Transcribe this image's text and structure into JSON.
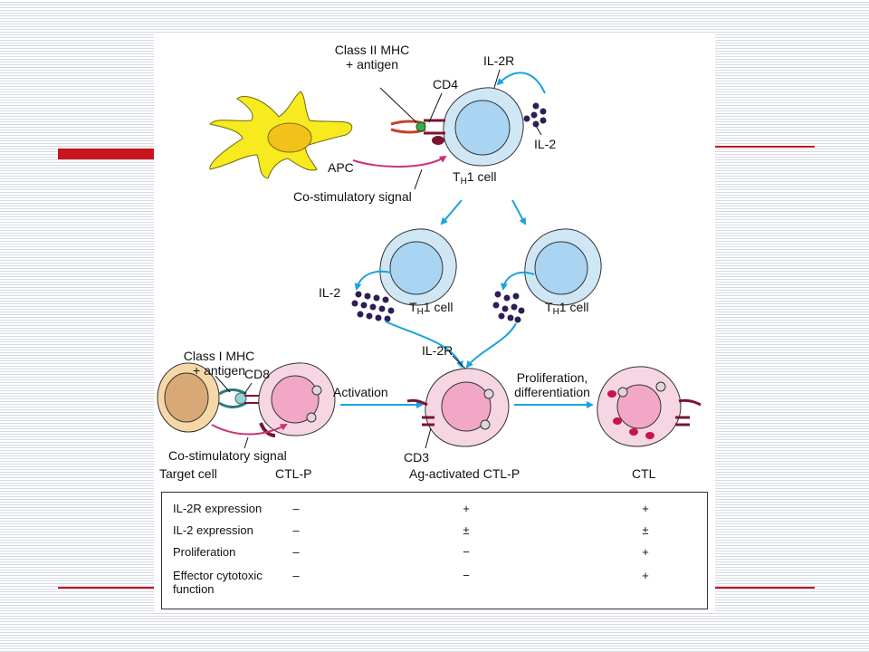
{
  "labels": {
    "class2_line1": "Class II MHC",
    "class2_line2": "+ antigen",
    "cd4": "CD4",
    "il2r_top": "IL-2R",
    "il2_top": "IL-2",
    "apc": "APC",
    "costim_top": "Co-stimulatory signal",
    "th1_top": "1 cell",
    "il2_left": "IL-2",
    "th1_left": "1 cell",
    "th1_right": "1 cell",
    "t_letter": "T",
    "h_sub": "H",
    "il2r_mid": "IL-2R",
    "class1_line1": "Class I MHC",
    "class1_line2": "+ antigen",
    "cd8": "CD8",
    "activation": "Activation",
    "prolif_line1": "Proliferation,",
    "prolif_line2": "differentiation",
    "costim_bottom": "Co-stimulatory signal",
    "cd3": "CD3",
    "target_cell": "Target cell",
    "ctlp": "CTL-P",
    "ag_ctlp": "Ag-activated CTL-P",
    "ctl": "CTL"
  },
  "table": {
    "rows": [
      {
        "label": "IL-2R expression",
        "values": [
          "–",
          "+",
          "+"
        ]
      },
      {
        "label": "IL-2 expression",
        "values": [
          "–",
          "±",
          "±"
        ]
      },
      {
        "label": "Proliferation",
        "values": [
          "–",
          "−",
          "+"
        ]
      },
      {
        "label": "Effector cytotoxic function",
        "values": [
          "–",
          "−",
          "+"
        ]
      }
    ]
  },
  "colors": {
    "arrow": "#1aa3dd",
    "th_cell_fill": "#cfe6f5",
    "th_nucleus": "#a9d4f2",
    "ctl_cell_fill": "#f6d6e2",
    "ctl_nucleus": "#f2a7c7",
    "apc_fill": "#f7ea1f",
    "apc_nucleus": "#f2c21a",
    "target_fill": "#f6d7a8",
    "target_nucleus": "#d9a877",
    "il2_dot": "#2c1e55",
    "costim_arrow": "#c8327a",
    "deco_red": "#c8141c"
  }
}
